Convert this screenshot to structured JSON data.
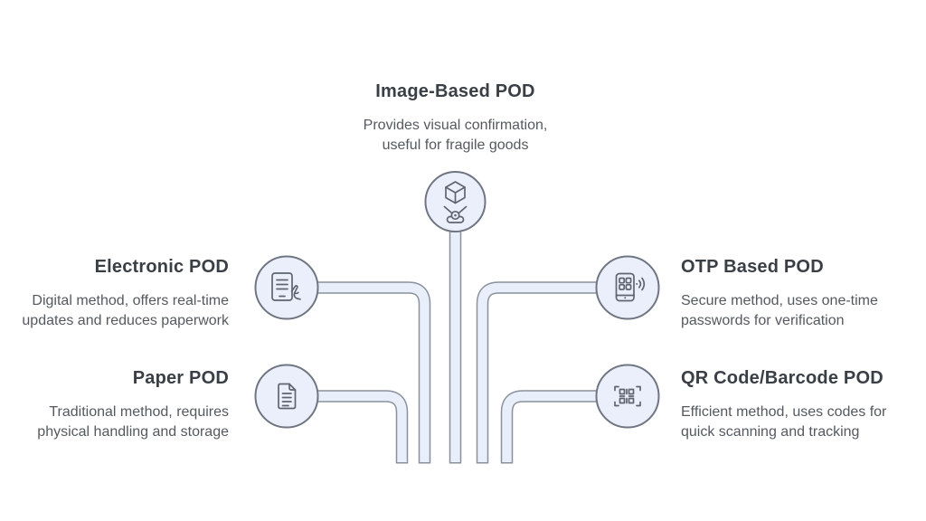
{
  "colors": {
    "pipe_fill": "#e9eefb",
    "pipe_stroke": "#8a909c",
    "circle_fill": "#ebeffc",
    "circle_stroke": "#6f7681",
    "icon_stroke": "#5f656e",
    "title_color": "#3a3f46",
    "desc_color": "#55595f",
    "bg": "#ffffff"
  },
  "nodes": [
    {
      "id": "image-based",
      "title": "Image-Based POD",
      "desc1": "Provides visual confirmation,",
      "desc2": "useful for fragile goods",
      "icon": "package-scan-icon",
      "position": "top-center"
    },
    {
      "id": "electronic",
      "title": "Electronic POD",
      "desc1": "Digital method, offers real-time",
      "desc2": "updates and reduces paperwork",
      "icon": "tablet-signature-icon",
      "position": "middle-left"
    },
    {
      "id": "paper",
      "title": "Paper POD",
      "desc1": "Traditional method, requires",
      "desc2": "physical handling and storage",
      "icon": "paper-document-icon",
      "position": "bottom-left"
    },
    {
      "id": "otp",
      "title": "OTP Based POD",
      "desc1": "Secure method, uses one-time",
      "desc2": "passwords for verification",
      "icon": "smartphone-otp-icon",
      "position": "middle-right"
    },
    {
      "id": "qr",
      "title": "QR Code/Barcode POD",
      "desc1": "Efficient method, uses codes for",
      "desc2": "quick scanning and tracking",
      "icon": "qr-code-icon",
      "position": "bottom-right"
    }
  ]
}
